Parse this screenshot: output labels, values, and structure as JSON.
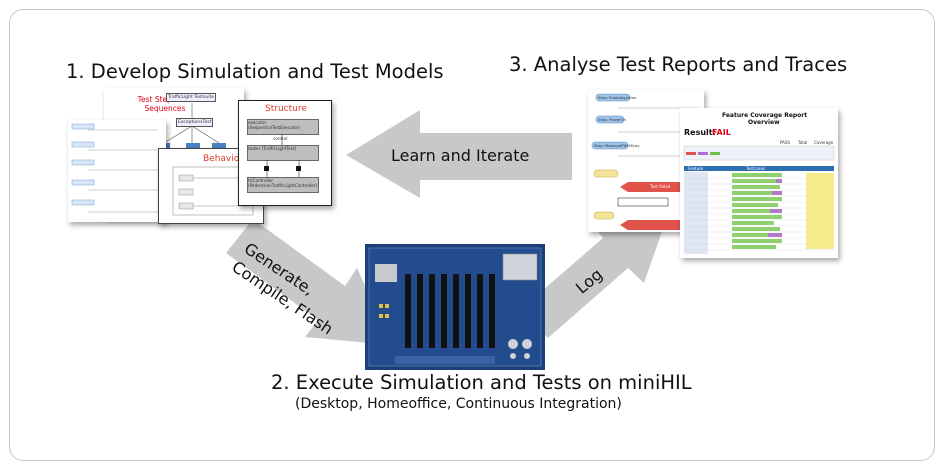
{
  "step1": {
    "title": "1. Develop Simulation and Test Models",
    "doc_test_steps": {
      "title": "Test Steps and Sequences",
      "node_top": "TrafficLight Testsuite",
      "node_sub": "ExceptionsTest"
    },
    "doc_behavior": {
      "title": "Behavior"
    },
    "doc_structure": {
      "title": "Structure",
      "block1": "executor (SequentialTestExecutor)",
      "block2": "control",
      "block3": "tester (TrafficLightTest)",
      "block4": "trlController (PedestrianTrafficLightController)"
    }
  },
  "step2": {
    "title": "2. Execute Simulation and Tests on miniHIL",
    "subtitle": "(Desktop, Homeoffice, Continuous Integration)"
  },
  "step3": {
    "title": "3. Analyse Test Reports and Traces",
    "report": {
      "title": "Feature Coverage Report",
      "subtitle": "Overview",
      "result_label": "Result:",
      "result_value": "FAIL",
      "col_feature": "Feature",
      "col_testcases": "Testcases",
      "col_pass": "PASS",
      "col_total": "Total",
      "col_coverage": "Coverage"
    },
    "trace": {
      "lane1": "Step: EnableIgnition",
      "lane2": "Step: PowerOn",
      "lane3": "Step: MeasurePWMDuty",
      "lane4": "Test failed"
    }
  },
  "arrows": {
    "learn": "Learn and Iterate",
    "generate": "Generate,\nCompile, Flash",
    "log": "Log"
  },
  "colors": {
    "arrow": "#c8c8c8",
    "fail": "#e2001a",
    "report_header": "#2e6fb2",
    "behavior": "#e23b2e"
  }
}
